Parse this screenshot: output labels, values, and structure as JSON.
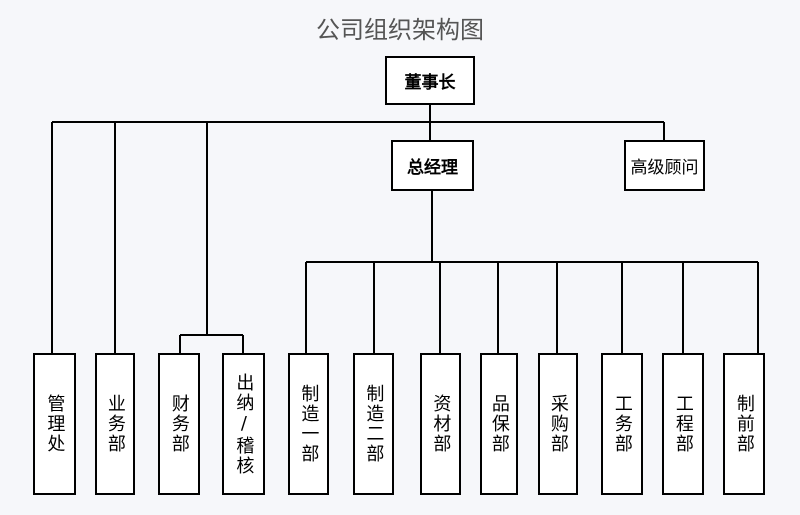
{
  "title": "公司组织架构图",
  "chairman": "董事长",
  "gm": "总经理",
  "advisor": "高级顾问",
  "departments": {
    "management": "管理处",
    "business": "业务部",
    "finance": "财务部",
    "cashier": "出纳/稽核",
    "mfg1": "制造一部",
    "mfg2": "制造二部",
    "materials": "资材部",
    "qa": "品保部",
    "purchasing": "采购部",
    "industrial": "工务部",
    "engineering": "工程部",
    "preproduction": "制前部"
  }
}
